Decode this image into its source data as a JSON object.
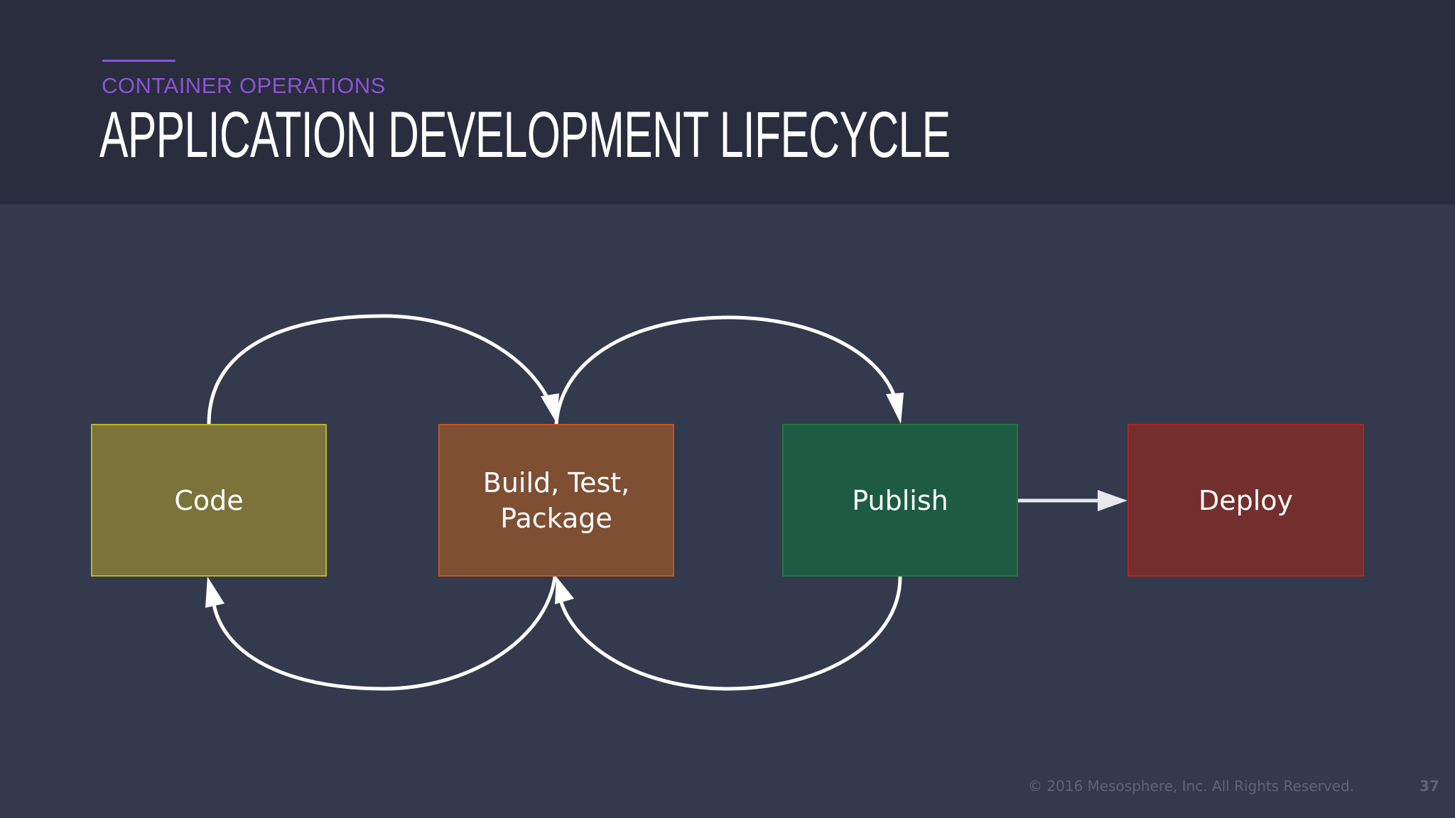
{
  "header": {
    "subtitle": "CONTAINER OPERATIONS",
    "title": "APPLICATION DEVELOPMENT LIFECYCLE"
  },
  "diagram": {
    "stages": [
      {
        "id": "code",
        "label": "Code",
        "fill": "#7c733b",
        "border": "#bdb32c"
      },
      {
        "id": "build",
        "label": "Build, Test,\nPackage",
        "fill": "#7f4f33",
        "border": "#c4561f"
      },
      {
        "id": "publish",
        "label": "Publish",
        "fill": "#1d5c42",
        "border": "#1e7a3c"
      },
      {
        "id": "deploy",
        "label": "Deploy",
        "fill": "#732f2e",
        "border": "#b3231c"
      }
    ],
    "connections": [
      {
        "from": "code",
        "to": "build"
      },
      {
        "from": "build",
        "to": "code"
      },
      {
        "from": "build",
        "to": "publish"
      },
      {
        "from": "publish",
        "to": "build"
      },
      {
        "from": "publish",
        "to": "deploy"
      }
    ]
  },
  "footer": {
    "copyright": "© 2016 Mesosphere, Inc. All Rights Reserved.",
    "page_number": "37"
  },
  "colors": {
    "accent": "#8e52d8",
    "header_bg": "#292d3d",
    "body_bg": "#333a4d",
    "arrow": "#ffffff"
  }
}
